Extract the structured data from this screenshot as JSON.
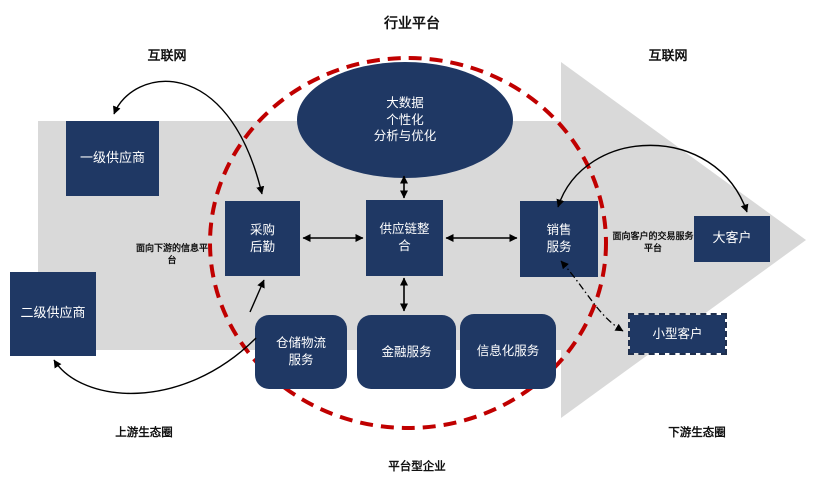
{
  "title": "行业平台",
  "colors": {
    "navy": "#1F3864",
    "gray": "#D9D9D9",
    "red": "#C00000"
  },
  "labels": {
    "internet_left": "互联网",
    "internet_right": "互联网",
    "info_platform": "面向下游的信息平\n台",
    "trade_platform": "面向客户的交易服务\n平台",
    "upstream_ecosystem": "上游生态圈",
    "platform_enterprise": "平台型企业",
    "downstream_ecosystem": "下游生态圈"
  },
  "nodes": {
    "big_data": {
      "label": "大数据\n个性化\n分析与优化"
    },
    "tier1_supplier": {
      "label": "一级供应商"
    },
    "tier2_supplier": {
      "label": "二级供应商"
    },
    "procurement": {
      "label": "采购\n后勤"
    },
    "supply_chain": {
      "label": "供应链整\n合"
    },
    "sales": {
      "label": "销售\n服务"
    },
    "big_customer": {
      "label": "大客户"
    },
    "small_customer": {
      "label": "小型客户"
    },
    "warehouse_logistics": {
      "label": "仓储物流\n服务"
    },
    "finance_service": {
      "label": "金融服务"
    },
    "info_service": {
      "label": "信息化服务"
    }
  }
}
